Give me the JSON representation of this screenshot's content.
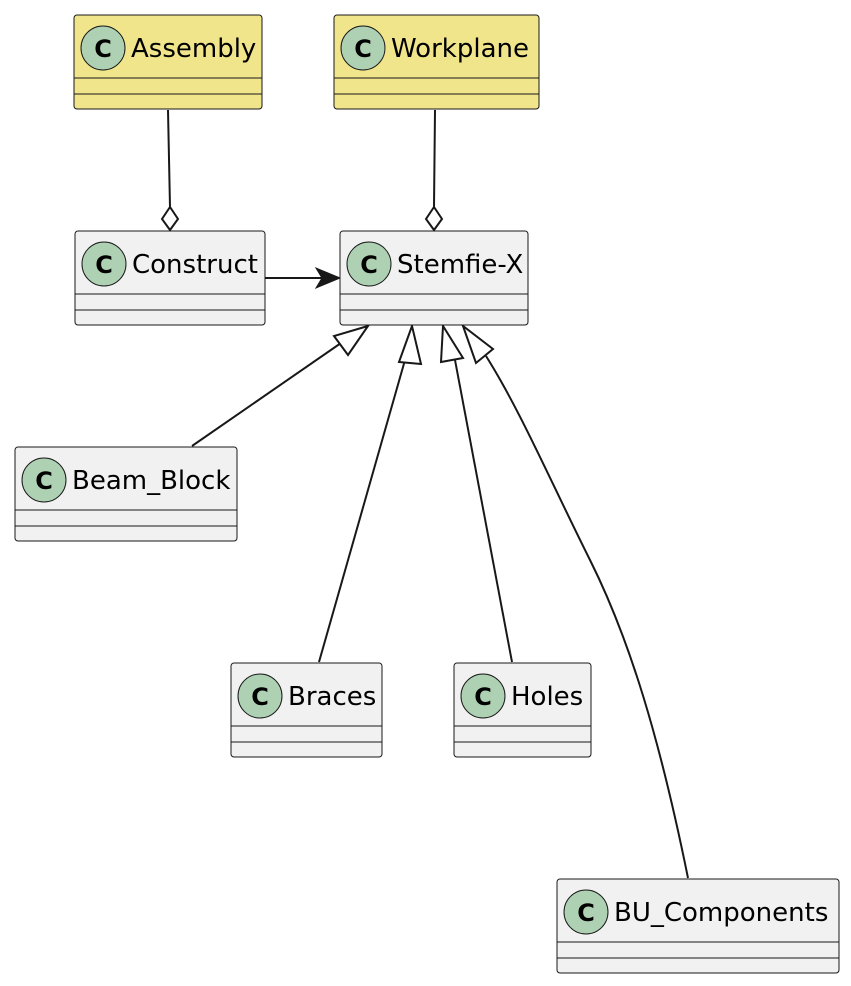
{
  "colors": {
    "class_fill": "#f1f1f1",
    "highlight_fill": "#f1e58c",
    "border": "#181818",
    "circle_fill": "#add1b2",
    "edge": "#181818"
  },
  "classes": [
    {
      "id": "assembly",
      "name": "Assembly",
      "glyph": "C",
      "highlighted": true
    },
    {
      "id": "workplane",
      "name": "Workplane",
      "glyph": "C",
      "highlighted": true
    },
    {
      "id": "construct",
      "name": "Construct",
      "glyph": "C",
      "highlighted": false
    },
    {
      "id": "stemfie_x",
      "name": "Stemfie-X",
      "glyph": "C",
      "highlighted": false
    },
    {
      "id": "beam_block",
      "name": "Beam_Block",
      "glyph": "C",
      "highlighted": false
    },
    {
      "id": "braces",
      "name": "Braces",
      "glyph": "C",
      "highlighted": false
    },
    {
      "id": "holes",
      "name": "Holes",
      "glyph": "C",
      "highlighted": false
    },
    {
      "id": "bu_components",
      "name": "BU_Components",
      "glyph": "C",
      "highlighted": false
    }
  ],
  "relations": [
    {
      "from": "assembly",
      "to": "construct",
      "type": "aggregation"
    },
    {
      "from": "workplane",
      "to": "stemfie_x",
      "type": "aggregation"
    },
    {
      "from": "construct",
      "to": "stemfie_x",
      "type": "association"
    },
    {
      "from": "beam_block",
      "to": "stemfie_x",
      "type": "inheritance"
    },
    {
      "from": "braces",
      "to": "stemfie_x",
      "type": "inheritance"
    },
    {
      "from": "holes",
      "to": "stemfie_x",
      "type": "inheritance"
    },
    {
      "from": "bu_components",
      "to": "stemfie_x",
      "type": "inheritance"
    }
  ]
}
